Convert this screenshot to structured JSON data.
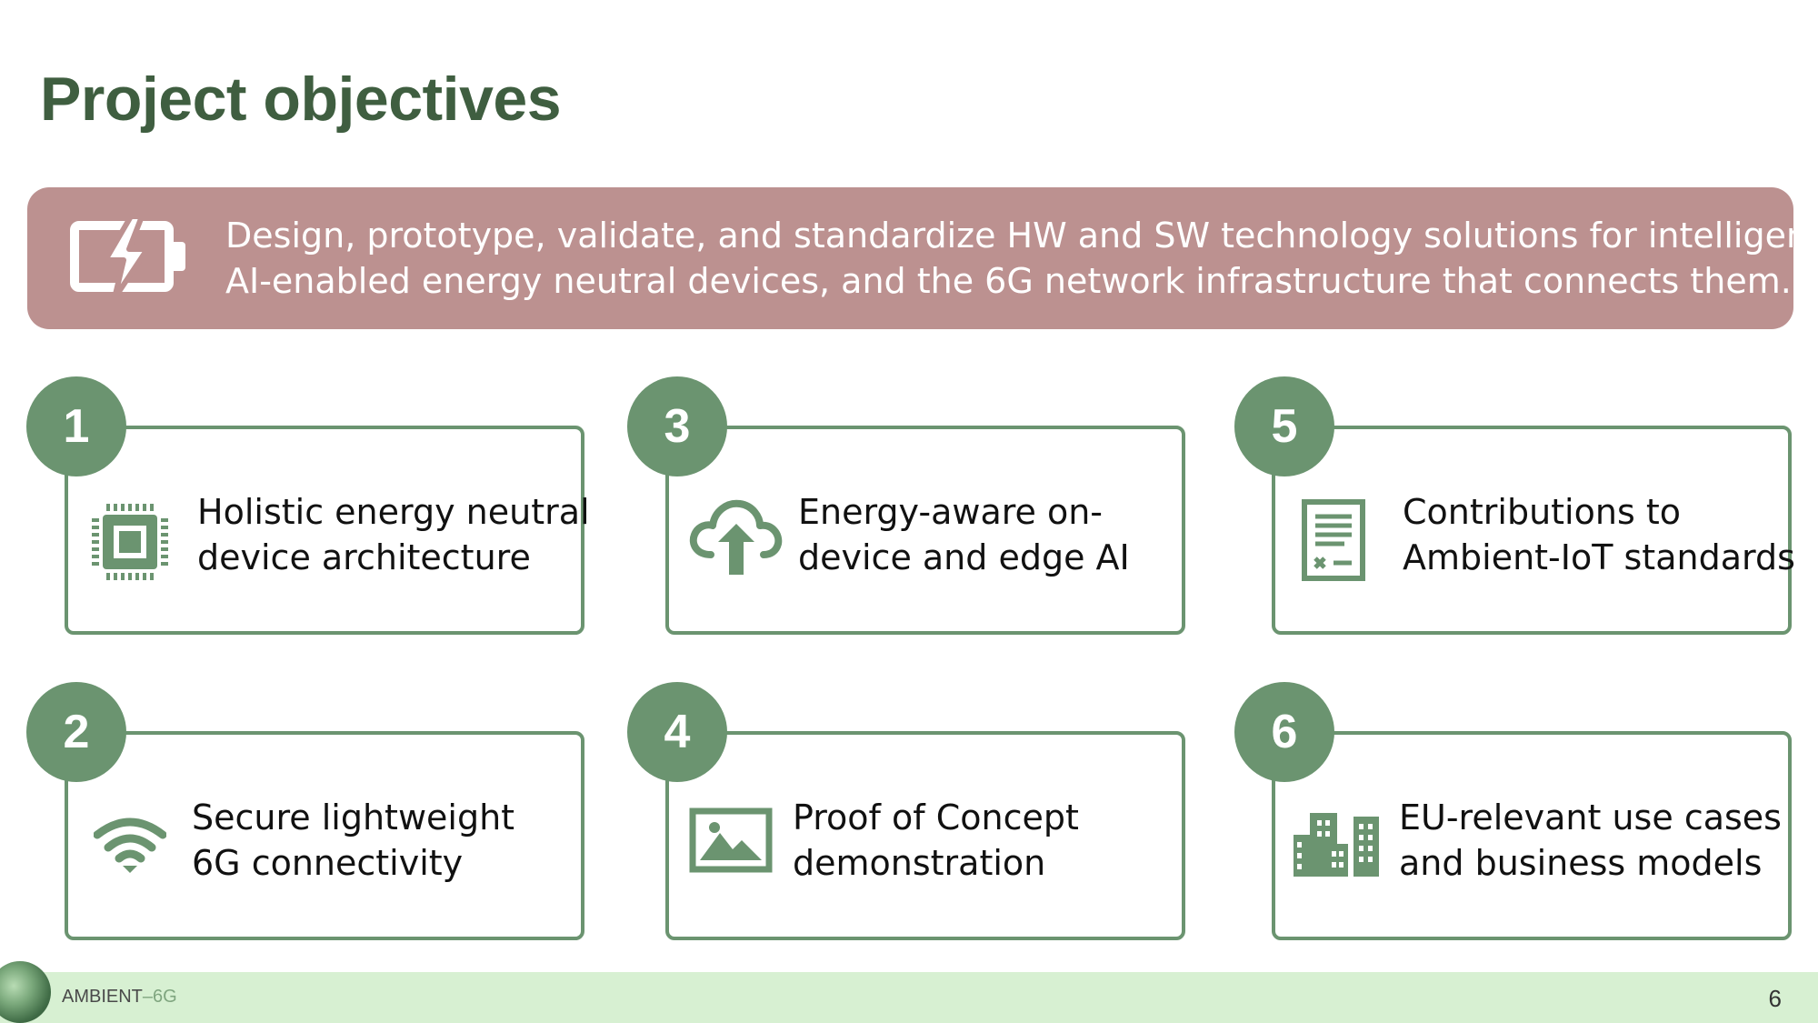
{
  "slide": {
    "title": "Project objectives",
    "banner": {
      "icon": "battery-charging-icon",
      "line1": "Design, prototype, validate, and standardize HW and SW technology solutions for intelligent",
      "line2": "AI-enabled energy neutral devices, and the 6G network infrastructure that connects them."
    },
    "objectives": [
      {
        "number": "1",
        "icon": "chip-icon",
        "line1": "Holistic energy neutral",
        "line2": "device architecture"
      },
      {
        "number": "2",
        "icon": "wifi-icon",
        "line1": "Secure lightweight",
        "line2": "6G connectivity"
      },
      {
        "number": "3",
        "icon": "cloud-upload-icon",
        "line1": "Energy-aware on-",
        "line2": "device and edge AI"
      },
      {
        "number": "4",
        "icon": "image-icon",
        "line1": "Proof of Concept",
        "line2": "demonstration"
      },
      {
        "number": "5",
        "icon": "document-icon",
        "line1": "Contributions to",
        "line2": "Ambient-IoT standards"
      },
      {
        "number": "6",
        "icon": "city-buildings-icon",
        "line1": "EU-relevant use cases",
        "line2": "and business models"
      }
    ],
    "footer": {
      "brand_main": "AMBIENT",
      "brand_sub": "–6G",
      "page_number": "6"
    }
  },
  "colors": {
    "title": "#3f5e40",
    "banner": "#bc9190",
    "accent_green": "#6b9470",
    "footer_bg": "#d7f0d2"
  }
}
